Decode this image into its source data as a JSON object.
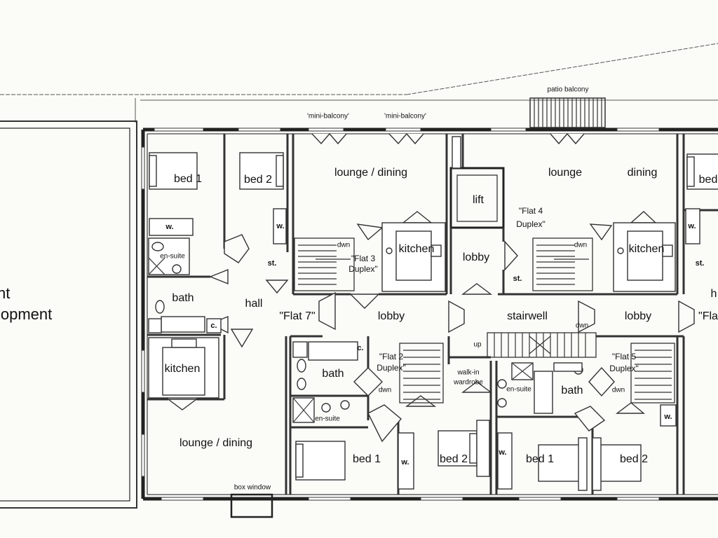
{
  "neighbour": {
    "line1": "nt",
    "line2": "lopment"
  },
  "labels": {
    "patio_balcony": "patio balcony",
    "mini_balcony_1": "'mini-balcony'",
    "mini_balcony_2": "'mini-balcony'",
    "bed1_flat7": "bed 1",
    "bed2_flat7": "bed 2",
    "bath_flat7": "bath",
    "en_suite_flat7": "en-suite",
    "hall": "hall",
    "flat7": "\"Flat 7\"",
    "kitchen_flat7": "kitchen",
    "lounge_dining_flat7": "lounge / dining",
    "box_window": "box window",
    "lounge_dining_flat3": "lounge / dining",
    "flat3_line1": "\"Flat 3",
    "flat3_line2": "Duplex\"",
    "dwn_flat3": "dwn",
    "kitchen_flat3": "kitchen",
    "lift": "lift",
    "flat4_line1": "\"Flat 4",
    "flat4_line2": "Duplex\"",
    "lobby_core": "lobby",
    "st_core": "st.",
    "lounge_flat4": "lounge",
    "dining_flat4": "dining",
    "dwn_flat4": "dwn",
    "kitchen_flat4": "kitchen",
    "lobby_left": "lobby",
    "stairwell": "stairwell",
    "dwn_stairwell": "dwn",
    "up_stairwell": "up",
    "lobby_right": "lobby",
    "flat_right_partial": "\"Fla",
    "bed_right_partial": "bed",
    "h_right_partial": "h",
    "flat2_line1": "\"Flat 2",
    "flat2_line2": "Duplex\"",
    "dwn_flat2": "dwn",
    "bath_flat2": "bath",
    "en_suite_flat2": "en-suite",
    "bed1_flat2": "bed 1",
    "bed2_flat2": "bed 2",
    "walkin_line1": "walk-in",
    "walkin_line2": "wardrobe",
    "en_suite_flat5": "en-suite",
    "bath_flat5": "bath",
    "flat5_line1": "\"Flat 5",
    "flat5_line2": "Duplex\"",
    "dwn_flat5": "dwn",
    "bed1_flat5": "bed 1",
    "bed2_flat5": "bed 2",
    "w": "w.",
    "st": "st.",
    "c": "c."
  }
}
